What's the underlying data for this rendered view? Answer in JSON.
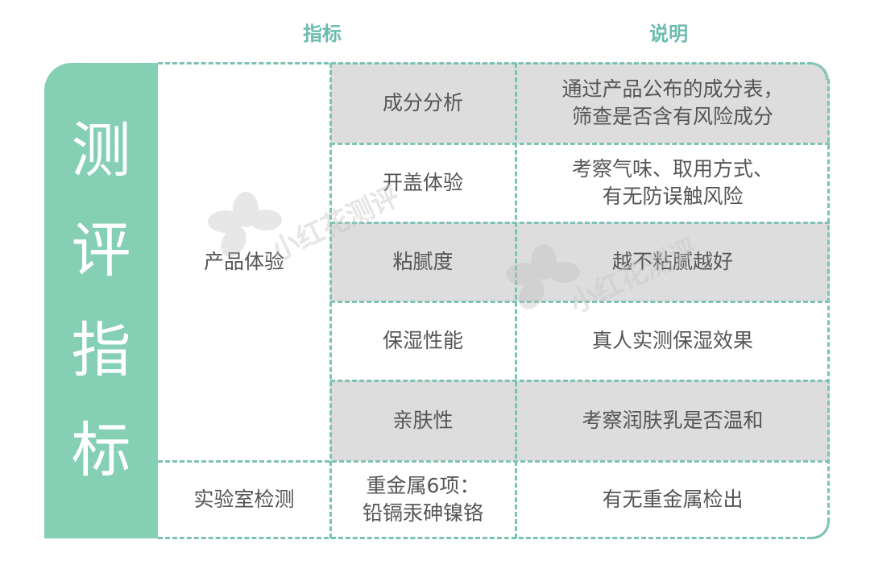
{
  "headers": {
    "indicator": "指标",
    "description": "说明"
  },
  "side_title": [
    "测",
    "评",
    "指",
    "标"
  ],
  "categories": [
    {
      "label": "产品体验"
    },
    {
      "label": "实验室检测"
    }
  ],
  "rows": [
    {
      "indicator": "成分分析",
      "description_line1": "通过产品公布的成分表，",
      "description_line2": "筛查是否含有风险成分",
      "shaded": true
    },
    {
      "indicator": "开盖体验",
      "description_line1": "考察气味、取用方式、",
      "description_line2": "有无防误触风险",
      "shaded": false
    },
    {
      "indicator": "粘腻度",
      "description_line1": "越不粘腻越好",
      "description_line2": "",
      "shaded": true
    },
    {
      "indicator": "保湿性能",
      "description_line1": "真人实测保湿效果",
      "description_line2": "",
      "shaded": false
    },
    {
      "indicator": "亲肤性",
      "description_line1": "考察润肤乳是否温和",
      "description_line2": "",
      "shaded": true
    },
    {
      "indicator_line1": "重金属6项：",
      "indicator_line2": "铅镉汞砷镍铬",
      "description_line1": "有无重金属检出",
      "description_line2": "",
      "shaded": false
    }
  ],
  "watermarks": [
    "小红花测评",
    "小红花测评"
  ],
  "colors": {
    "accent_green": "#85cfb5",
    "header_teal": "#6cbcae",
    "dash_teal": "#7cc3b5",
    "row_gray": "#dddddd",
    "text": "#555555"
  }
}
